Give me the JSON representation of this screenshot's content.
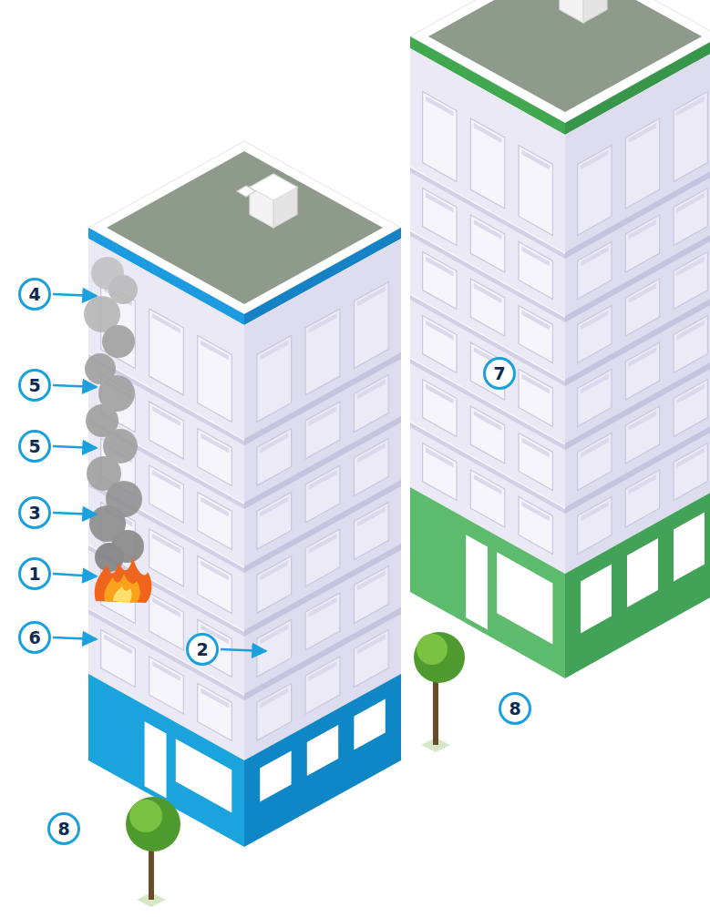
{
  "diagram": {
    "labels": [
      "4",
      "5",
      "5",
      "3",
      "1",
      "6",
      "2",
      "7",
      "8",
      "8"
    ]
  }
}
